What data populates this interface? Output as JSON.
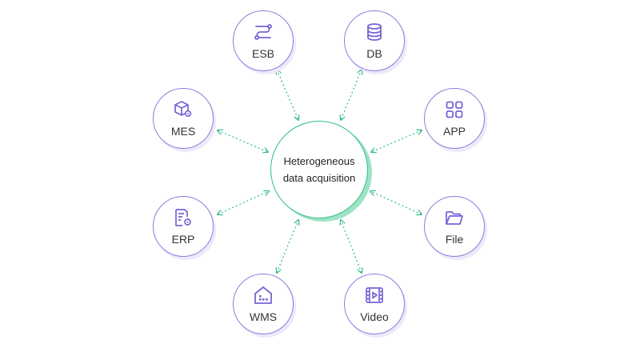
{
  "hub": {
    "line1": "Heterogeneous",
    "line2": "data acquisition"
  },
  "nodes": [
    {
      "key": "esb",
      "label": "ESB",
      "icon": "pipeline-icon"
    },
    {
      "key": "db",
      "label": "DB",
      "icon": "database-icon"
    },
    {
      "key": "mes",
      "label": "MES",
      "icon": "box-gear-icon"
    },
    {
      "key": "app",
      "label": "APP",
      "icon": "app-grid-icon"
    },
    {
      "key": "erp",
      "label": "ERP",
      "icon": "document-gear-icon"
    },
    {
      "key": "file",
      "label": "File",
      "icon": "folder-icon"
    },
    {
      "key": "wms",
      "label": "WMS",
      "icon": "warehouse-icon"
    },
    {
      "key": "video",
      "label": "Video",
      "icon": "video-icon"
    }
  ],
  "colors": {
    "node_border": "#8f7bdc",
    "icon": "#7a63d6",
    "hub_border": "#2fbf87",
    "link": "#2fb98a"
  }
}
